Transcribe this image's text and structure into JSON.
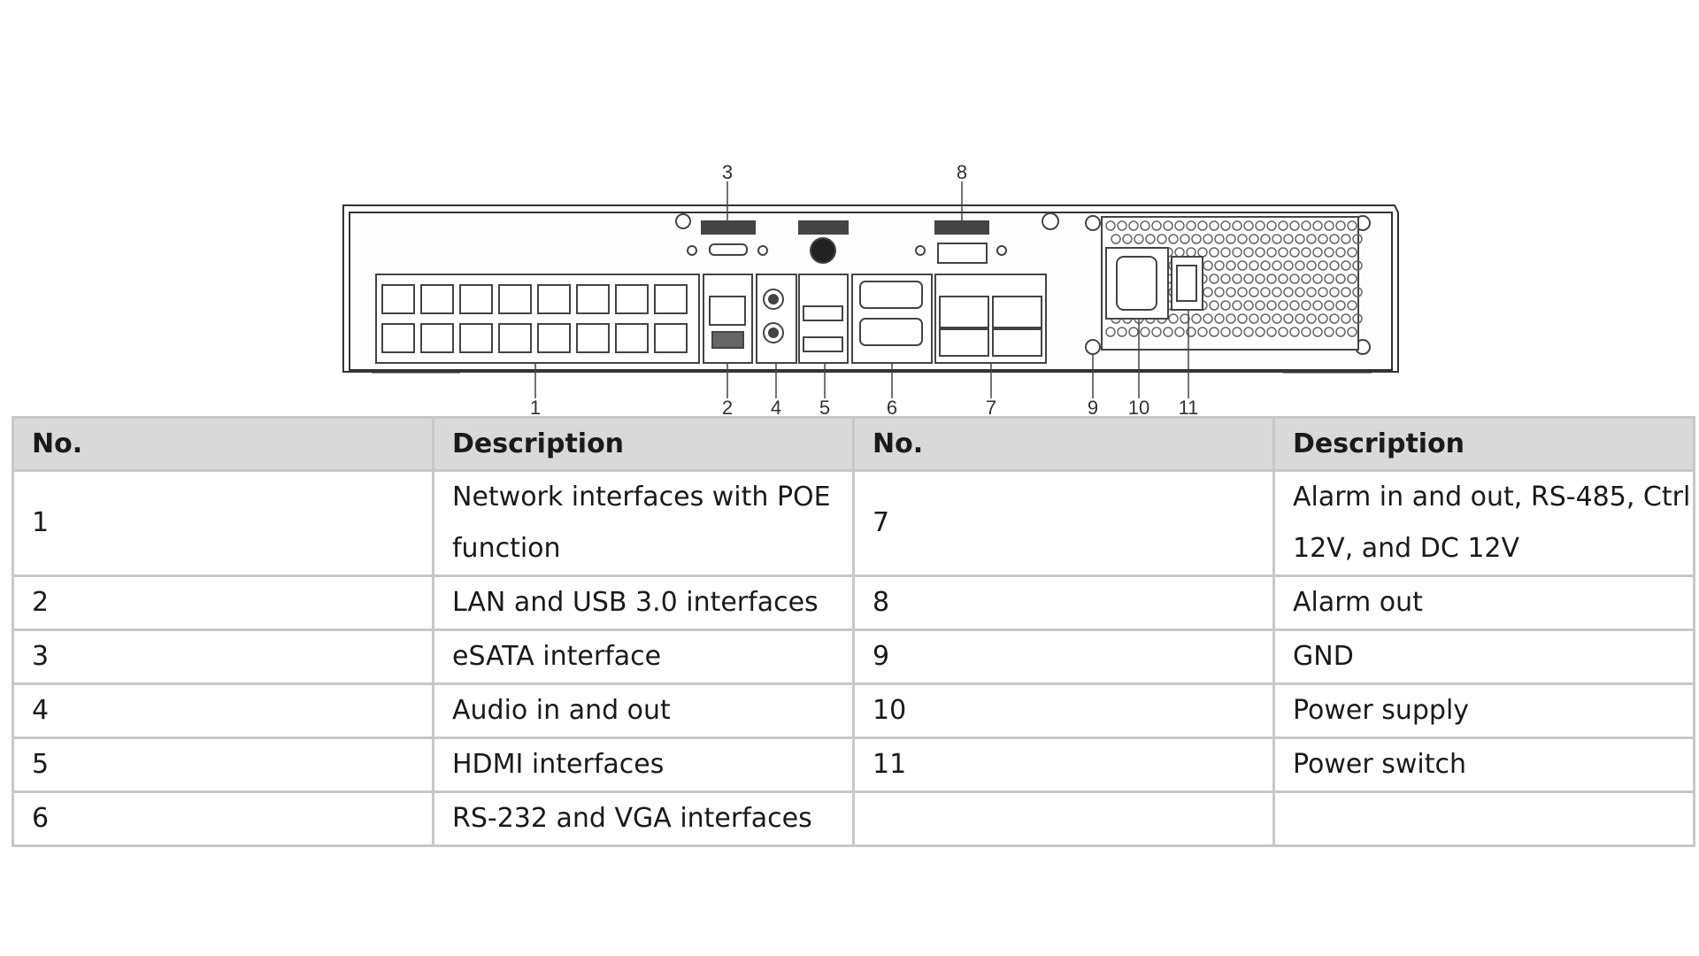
{
  "callouts": [
    "1",
    "2",
    "3",
    "4",
    "5",
    "6",
    "7",
    "8",
    "9",
    "10",
    "11"
  ],
  "table": {
    "headers": [
      "No.",
      "Description",
      "No.",
      "Description"
    ],
    "rows": [
      {
        "no1": "1",
        "desc1": "Network interfaces with POE function",
        "no2": "7",
        "desc2": "Alarm in  and out, RS-485, Ctrl 12V, and DC 12V"
      },
      {
        "no1": "2",
        "desc1": "LAN and USB 3.0 interfaces",
        "no2": "8",
        "desc2": "Alarm out"
      },
      {
        "no1": "3",
        "desc1": "eSATA interface",
        "no2": "9",
        "desc2": "GND"
      },
      {
        "no1": "4",
        "desc1": "Audio in and out",
        "no2": "10",
        "desc2": "Power supply"
      },
      {
        "no1": "5",
        "desc1": "HDMI interfaces",
        "no2": "11",
        "desc2": "Power switch"
      },
      {
        "no1": "6",
        "desc1": "RS-232 and VGA interfaces",
        "no2": "",
        "desc2": ""
      }
    ]
  }
}
